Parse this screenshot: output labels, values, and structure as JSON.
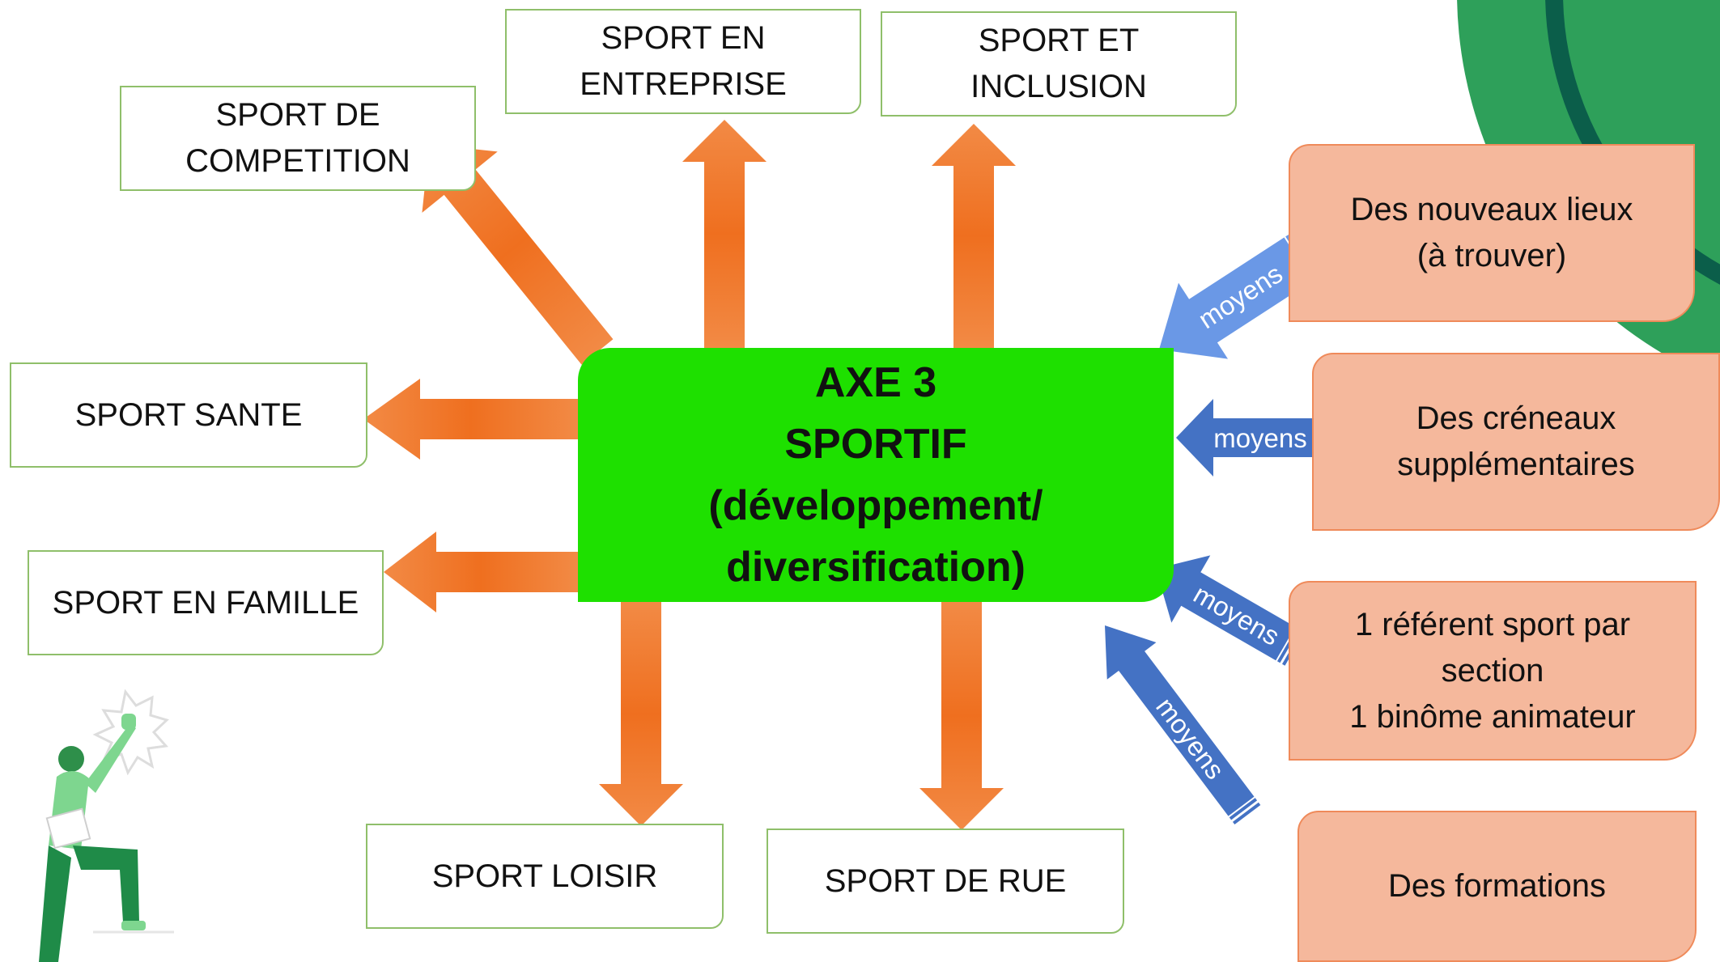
{
  "center": {
    "text": "AXE 3\nSPORTIF\n(développement/\ndiversification)"
  },
  "outcomes": [
    {
      "id": "competition",
      "text": "SPORT DE\nCOMPETITION"
    },
    {
      "id": "entreprise",
      "text": "SPORT EN\nENTREPRISE"
    },
    {
      "id": "inclusion",
      "text": "SPORT ET\nINCLUSION"
    },
    {
      "id": "sante",
      "text": "SPORT SANTE"
    },
    {
      "id": "famille",
      "text": "SPORT EN FAMILLE"
    },
    {
      "id": "loisir",
      "text": "SPORT  LOISIR"
    },
    {
      "id": "rue",
      "text": "SPORT DE RUE"
    }
  ],
  "means": [
    {
      "id": "lieux",
      "text": "Des nouveaux lieux\n(à trouver)"
    },
    {
      "id": "creneaux",
      "text": "Des créneaux\nsupplémentaires"
    },
    {
      "id": "referent",
      "text": "1 référent sport par\nsection\n1 binôme animateur"
    },
    {
      "id": "formations",
      "text": "Des formations"
    }
  ],
  "means_label": "moyens",
  "colors": {
    "center": "#1ee000",
    "orange_arrow": "#f07a2c",
    "blue_arrow": "#4472c4",
    "means_fill": "#f5b89c",
    "decor_green": "#2ea05a"
  }
}
